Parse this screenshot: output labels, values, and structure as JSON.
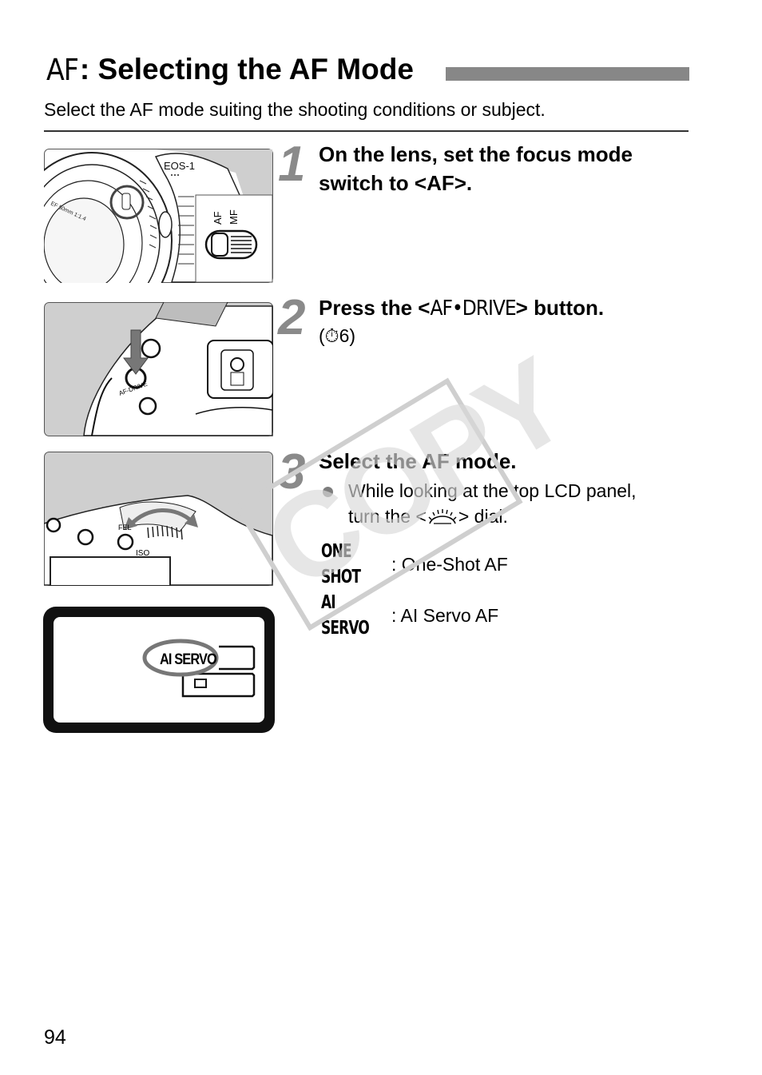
{
  "header": {
    "af_glyph": "AF",
    "title": ": Selecting the AF Mode",
    "intro": "Select the AF mode suiting the shooting conditions or subject."
  },
  "steps": [
    {
      "number": "1",
      "title_line1": "On the lens, set the focus mode",
      "title_line2": "switch to <AF>.",
      "figure": {
        "camera_label": "EOS-1",
        "switch_labels": [
          "AF",
          "MF"
        ]
      }
    },
    {
      "number": "2",
      "title_prefix": "Press the <",
      "title_glyph": "AF•DRIVE",
      "title_suffix": "> button.",
      "ref": "(⏱6)",
      "figure": {
        "button_label": "AF-DRIVE"
      }
    },
    {
      "number": "3",
      "title": "Select the AF mode.",
      "bullet_line1": "While looking at the top LCD panel,",
      "bullet_line2_prefix": "turn the <",
      "bullet_line2_suffix": "> dial.",
      "modes": [
        {
          "glyph": "ONE SHOT",
          "label": ": One-Shot AF"
        },
        {
          "glyph": "AI SERVO",
          "label": ": AI Servo AF"
        }
      ],
      "figure": {
        "labels": [
          "FEL",
          "ISO"
        ]
      }
    }
  ],
  "lcd": {
    "mode_label": "AI SERVO"
  },
  "watermark": "COPY",
  "page_number": "94"
}
